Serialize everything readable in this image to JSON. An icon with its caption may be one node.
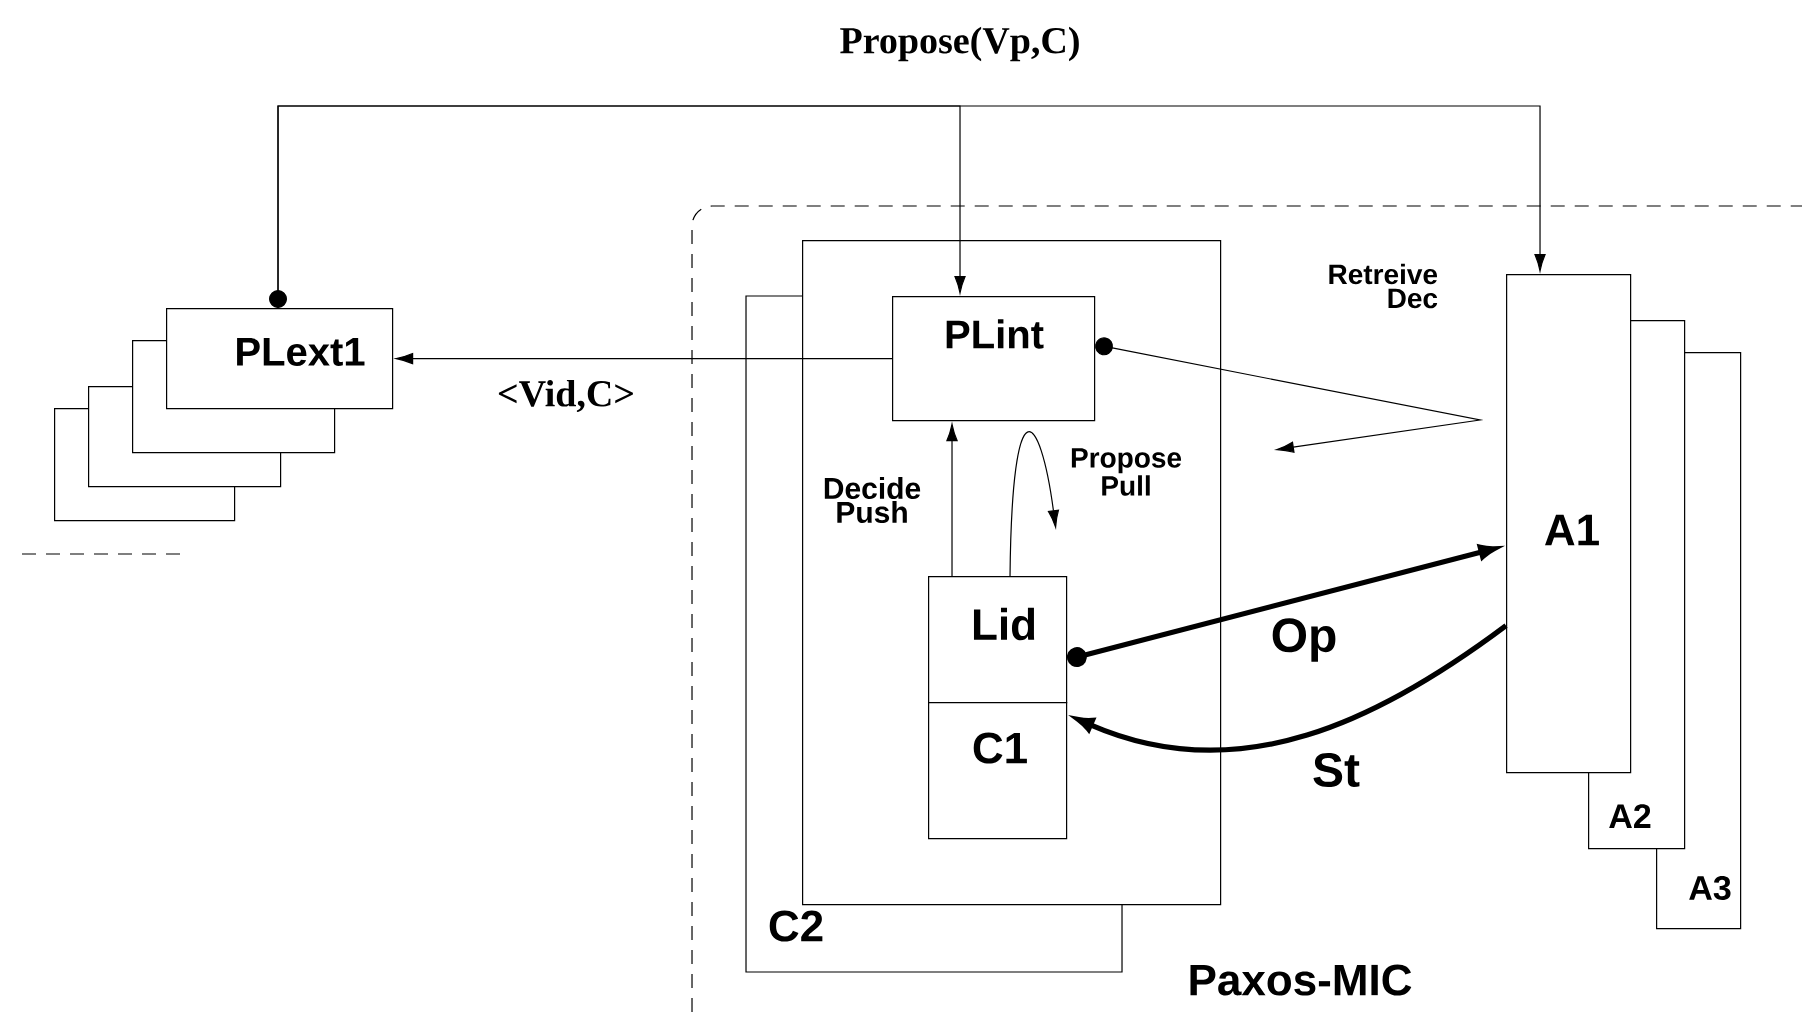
{
  "diagram": {
    "nodes": [
      {
        "text": [
          "Paxos-MIC"
        ]
      },
      {
        "text": [
          "C2"
        ],
        "in": 0
      },
      {
        "text": [],
        "shape": "box",
        "in": 0
      },
      {
        "text": [
          "PLint"
        ],
        "in": 2
      },
      {
        "text": [
          "Lid"
        ],
        "in": 2
      },
      {
        "text": [
          "C1"
        ],
        "in": 2
      },
      {
        "text": [
          "PLext1"
        ]
      },
      {
        "text": [],
        "shape": "box"
      },
      {
        "text": [],
        "shape": "box"
      },
      {
        "text": [],
        "shape": "box"
      },
      {
        "text": [
          "A1"
        ],
        "in": 0
      },
      {
        "text": [
          "A2"
        ],
        "in": 0
      },
      {
        "text": [
          "A3"
        ],
        "in": 0
      }
    ],
    "edges": [
      {
        "from": 6,
        "to": 3,
        "arrow": "to",
        "label": "Propose(Vp,C)"
      },
      {
        "from": 6,
        "to": 10,
        "arrow": "to"
      },
      {
        "from": 3,
        "to": 6,
        "arrow": "to",
        "label": "<Vid,C>"
      },
      {
        "from": 3,
        "to": null,
        "arrow": "to",
        "label": "Retreive Dec"
      },
      {
        "from": 4,
        "to": 3,
        "arrow": "to",
        "label": "Decide Push"
      },
      {
        "from": 4,
        "to": null,
        "arrow": "to",
        "label": "Propose Pull"
      },
      {
        "from": 4,
        "to": 10,
        "arrow": "to",
        "label": "Op",
        "style": "thick"
      },
      {
        "from": 10,
        "to": 5,
        "arrow": "to",
        "label": "St",
        "style": "thick"
      }
    ]
  }
}
